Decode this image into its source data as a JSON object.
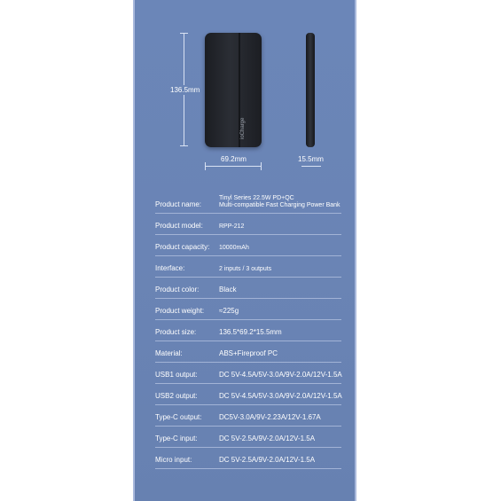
{
  "dimensions": {
    "height": "136.5mm",
    "width": "69.2mm",
    "thickness": "15.5mm"
  },
  "device_logo": "ioCharge",
  "specs": [
    {
      "label": "Product name:",
      "value": "Tinyl Series 22.5W PD+QC",
      "value2": "Multi-compatible Fast Charging Power Bank"
    },
    {
      "label": "Product model:",
      "value": "RPP-212"
    },
    {
      "label": "Product capacity:",
      "value": "10000mAh"
    },
    {
      "label": "Interface:",
      "value": "2 inputs / 3 outputs"
    },
    {
      "label": "Product color:",
      "value": "Black"
    },
    {
      "label": "Product weight:",
      "value": "≈225g"
    },
    {
      "label": "Product size:",
      "value": "136.5*69.2*15.5mm"
    },
    {
      "label": "Material:",
      "value": "ABS+Fireproof PC"
    },
    {
      "label": "USB1 output:",
      "value": "DC 5V-4.5A/5V-3.0A/9V-2.0A/12V-1.5A"
    },
    {
      "label": "USB2 output:",
      "value": "DC 5V-4.5A/5V-3.0A/9V-2.0A/12V-1.5A"
    },
    {
      "label": "Type-C output:",
      "value": "DC5V-3.0A/9V-2.23A/12V-1.67A"
    },
    {
      "label": "Type-C input:",
      "value": "DC 5V-2.5A/9V-2.0A/12V-1.5A"
    },
    {
      "label": "Micro input:",
      "value": "DC 5V-2.5A/9V-2.0A/12V-1.5A"
    }
  ]
}
